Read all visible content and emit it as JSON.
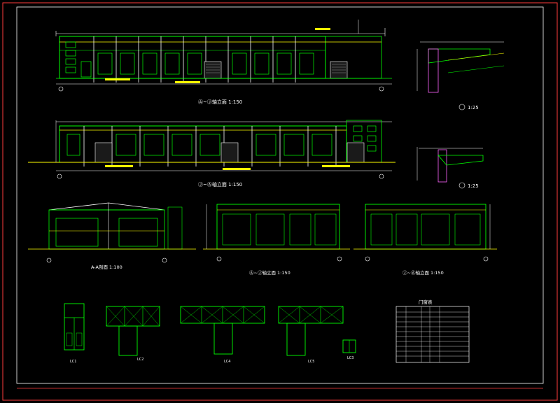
{
  "drawing": {
    "section_scale": "1:25",
    "elev1_title": "Ⓐ~Ⓙ轴立面 1:150",
    "elev2_title": "Ⓙ~Ⓐ轴立面 1:150",
    "section_aa": "A-A剖面 1:100",
    "elev3_title": "Ⓐ~Ⓙ轴立面 1:150",
    "elev4_title": "Ⓙ~Ⓐ轴立面 1:150",
    "door_table_title": "门窗表",
    "window_labels": [
      "LC1",
      "LC2",
      "LC4",
      "LC5",
      "LC3"
    ]
  },
  "colors": {
    "frame": "#ff3b3b",
    "structure": "#00ff00",
    "dimension": "#ffffff",
    "accent": "#ffff00",
    "mullion": "#00ffff",
    "detail": "#ff66ff"
  }
}
